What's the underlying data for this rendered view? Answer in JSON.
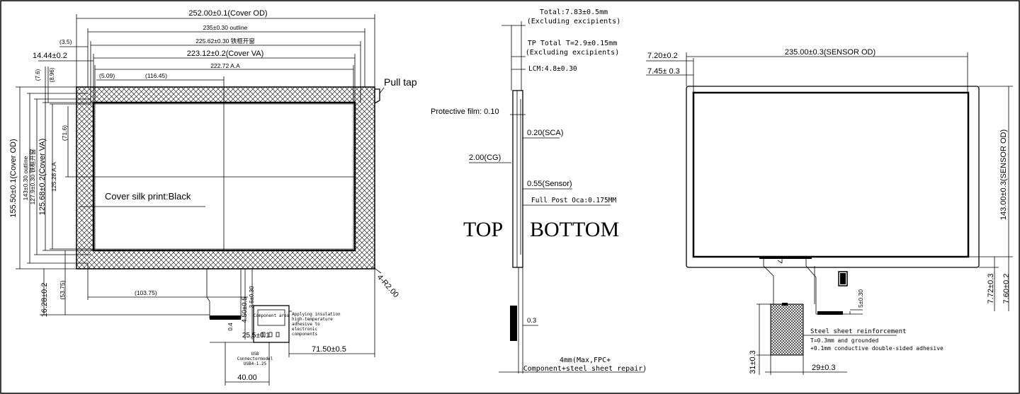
{
  "front": {
    "cover_od_width": "252.00±0.1(Cover OD)",
    "outline_width": "235±0.30 outline",
    "bezel_width": "225.62±0.30 铁框开窗",
    "cover_va_width": "223.12±0.2(Cover VA)",
    "aa_width": "222.72 A.A",
    "dim_3_5": "(3.5)",
    "dim_14_44": "14.44±0.2",
    "dim_5_09": "(5.09)",
    "dim_116_45": "(116.45)",
    "dim_7_6": "(7.6)",
    "dim_8_96": "(8.96)",
    "dim_71_6": "(71.6)",
    "cover_od_height": "155.50±0.1(Cover OD)",
    "outline_height": "143±0.30 outline",
    "bezel_height": "127.9±0.30 铁框开窗",
    "cover_va_height": "125.68±0.2(Cover VA)",
    "aa_height": "125.28 A.A",
    "pull_tap": "Pull tap",
    "silk_print": "Cover silk print:Black",
    "corner_radius": "4-R2.00",
    "dim_16_28": "16.28±0.2",
    "dim_53_75": "(53.75)",
    "dim_103_75": "(103.75)",
    "dim_4_50": "4.50±0.5",
    "dim_3_6": "3.6±0.30",
    "dim_0_4": "0.4",
    "dim_25_5": "25.5±0.1",
    "component_area": "Component area",
    "insulation_note": [
      "Applying insulation",
      "high-temperature",
      "adhesive to",
      "electronic",
      "components"
    ],
    "connector_label": [
      "USB",
      "Connectormodel",
      "USB4-1.25"
    ],
    "dim_71_50": "71.50±0.5",
    "dim_40_00": "40.00"
  },
  "side": {
    "total": [
      "Total:7.83±0.5mm",
      "(Excluding excipients)"
    ],
    "tp_total": [
      "TP Total T=2.9±0.15mm",
      "(Excluding excipients)"
    ],
    "lcm": "LCM:4.8±0.30",
    "protective_film": "Protective film: 0.10",
    "sca": "0.20(SCA)",
    "cg": "2.00(CG)",
    "sensor": "0.55(Sensor)",
    "oca": "Full Post Oca:0.175MM",
    "top": "TOP",
    "bottom": "BOTTOM",
    "dim_0_3": "0.3",
    "fpc_note": [
      "4mm(Max,FPC+",
      "Component+steel sheet repair)"
    ]
  },
  "sensor": {
    "dim_7_20": "7.20±0.2",
    "dim_7_45": "7.45± 0.3",
    "sensor_od_width": "235.00±0.3(SENSOR OD)",
    "sensor_od_height": "143.00±0.3(SENSOR OD)",
    "dim_7_72": "7.72±0.3",
    "dim_7_60": "7.60±0.2",
    "dim_5": "5±0.30",
    "steel_note": [
      "Steel sheet reinforcement",
      "T=0.3mm and grounded",
      "+0.1mm conductive double-sided adhesive"
    ],
    "dim_31": "31±0.3",
    "dim_29": "29±0.3"
  }
}
